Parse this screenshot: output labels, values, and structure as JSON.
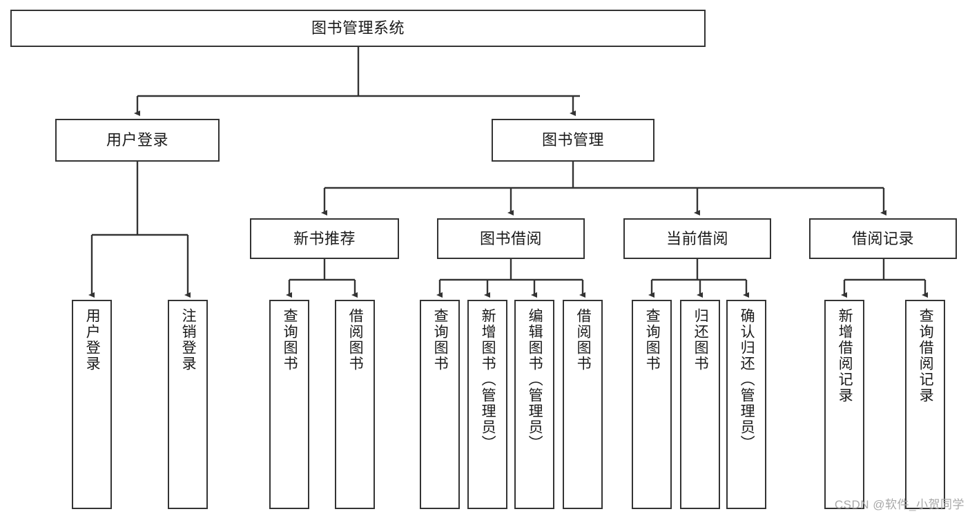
{
  "diagram": {
    "title_node": {
      "id": "root",
      "label": "图书管理系统"
    },
    "level2": [
      {
        "id": "user-login",
        "label": "用户登录"
      },
      {
        "id": "book-manage",
        "label": "图书管理"
      }
    ],
    "level3": [
      {
        "id": "new-book-rec",
        "label": "新书推荐"
      },
      {
        "id": "book-borrow",
        "label": "图书借阅"
      },
      {
        "id": "current-borrow",
        "label": "当前借阅"
      },
      {
        "id": "borrow-record",
        "label": "借阅记录"
      }
    ],
    "leaves": [
      {
        "id": "leaf-user-login",
        "label": "用户登录"
      },
      {
        "id": "leaf-logout-login",
        "label": "注销登录"
      },
      {
        "id": "leaf-query-book-1",
        "label": "查询图书"
      },
      {
        "id": "leaf-borrow-book-1",
        "label": "借阅图书"
      },
      {
        "id": "leaf-query-book-2",
        "label": "查询图书"
      },
      {
        "id": "leaf-add-book",
        "label": "新增图书（管理员）"
      },
      {
        "id": "leaf-edit-book",
        "label": "编辑图书（管理员）"
      },
      {
        "id": "leaf-borrow-book-2",
        "label": "借阅图书"
      },
      {
        "id": "leaf-query-book-3",
        "label": "查询图书"
      },
      {
        "id": "leaf-return-book",
        "label": "归还图书"
      },
      {
        "id": "leaf-confirm-return",
        "label": "确认归还（管理员）"
      },
      {
        "id": "leaf-add-record",
        "label": "新增借阅记录"
      },
      {
        "id": "leaf-query-record",
        "label": "查询借阅记录"
      }
    ],
    "colors": {
      "border": "#333333",
      "background": "#ffffff",
      "text": "#1a1a1a",
      "edge": "#333333",
      "watermark": "#a8a8a8"
    }
  },
  "watermark": {
    "text": "CSDN @软件_小贺同学"
  }
}
